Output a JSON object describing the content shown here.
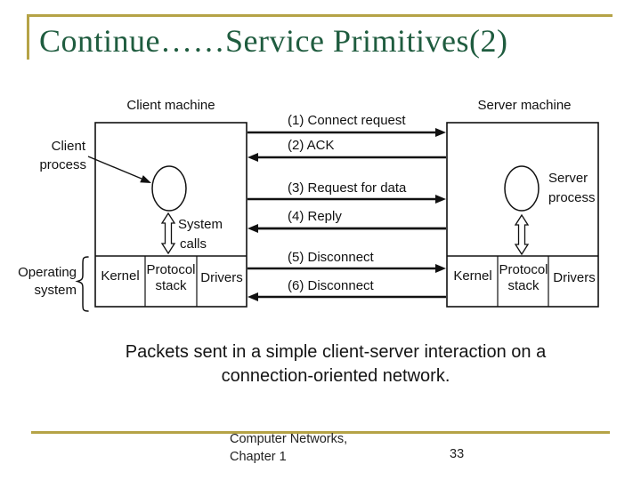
{
  "slide": {
    "title": "Continue……Service Primitives(2)",
    "accent_color": "#b5a346",
    "title_color": "#1f5c3f",
    "caption": {
      "line1": "Packets sent in a simple client-server interaction on a",
      "line2": "connection-oriented network."
    },
    "footer": {
      "course": "Computer Networks,",
      "chapter": "Chapter 1",
      "page_number": "33"
    }
  },
  "diagram": {
    "client": {
      "machine_label": "Client machine",
      "process_line1": "Client",
      "process_line2": "process",
      "system_calls_line1": "System",
      "system_calls_line2": "calls",
      "os_line1": "Operating",
      "os_line2": "system",
      "kernel": "Kernel",
      "protocol_line1": "Protocol",
      "protocol_line2": "stack",
      "drivers": "Drivers"
    },
    "server": {
      "machine_label": "Server machine",
      "process_line1": "Server",
      "process_line2": "process",
      "kernel": "Kernel",
      "protocol_line1": "Protocol",
      "protocol_line2": "stack",
      "drivers": "Drivers"
    },
    "messages": [
      {
        "label": "(1) Connect request",
        "direction": "right"
      },
      {
        "label": "(2) ACK",
        "direction": "left"
      },
      {
        "label": "(3) Request for data",
        "direction": "right"
      },
      {
        "label": "(4) Reply",
        "direction": "left"
      },
      {
        "label": "(5) Disconnect",
        "direction": "right"
      },
      {
        "label": "(6) Disconnect",
        "direction": "left"
      }
    ]
  }
}
